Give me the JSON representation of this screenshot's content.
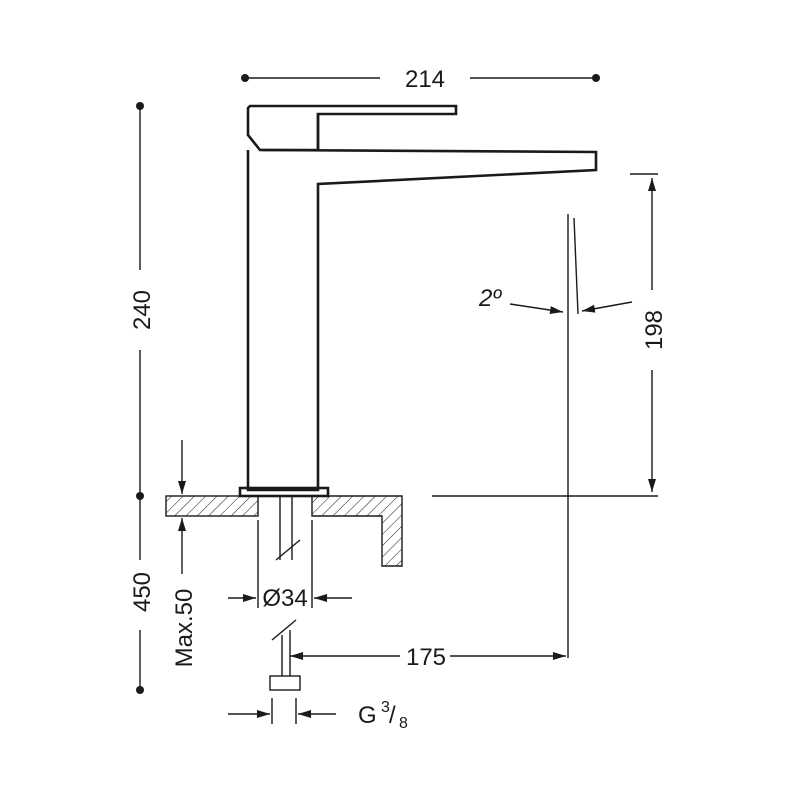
{
  "dimensions": {
    "overall_width": "214",
    "overall_height": "240",
    "spout_height": "198",
    "spout_angle": "2º",
    "below_deck_length": "450",
    "max_deck_thickness": "Max.50",
    "hole_diameter": "Ø34",
    "spout_reach": "175",
    "connection_prefix": "G",
    "connection_numerator": "3",
    "connection_slash": "/",
    "connection_denominator": "8"
  }
}
